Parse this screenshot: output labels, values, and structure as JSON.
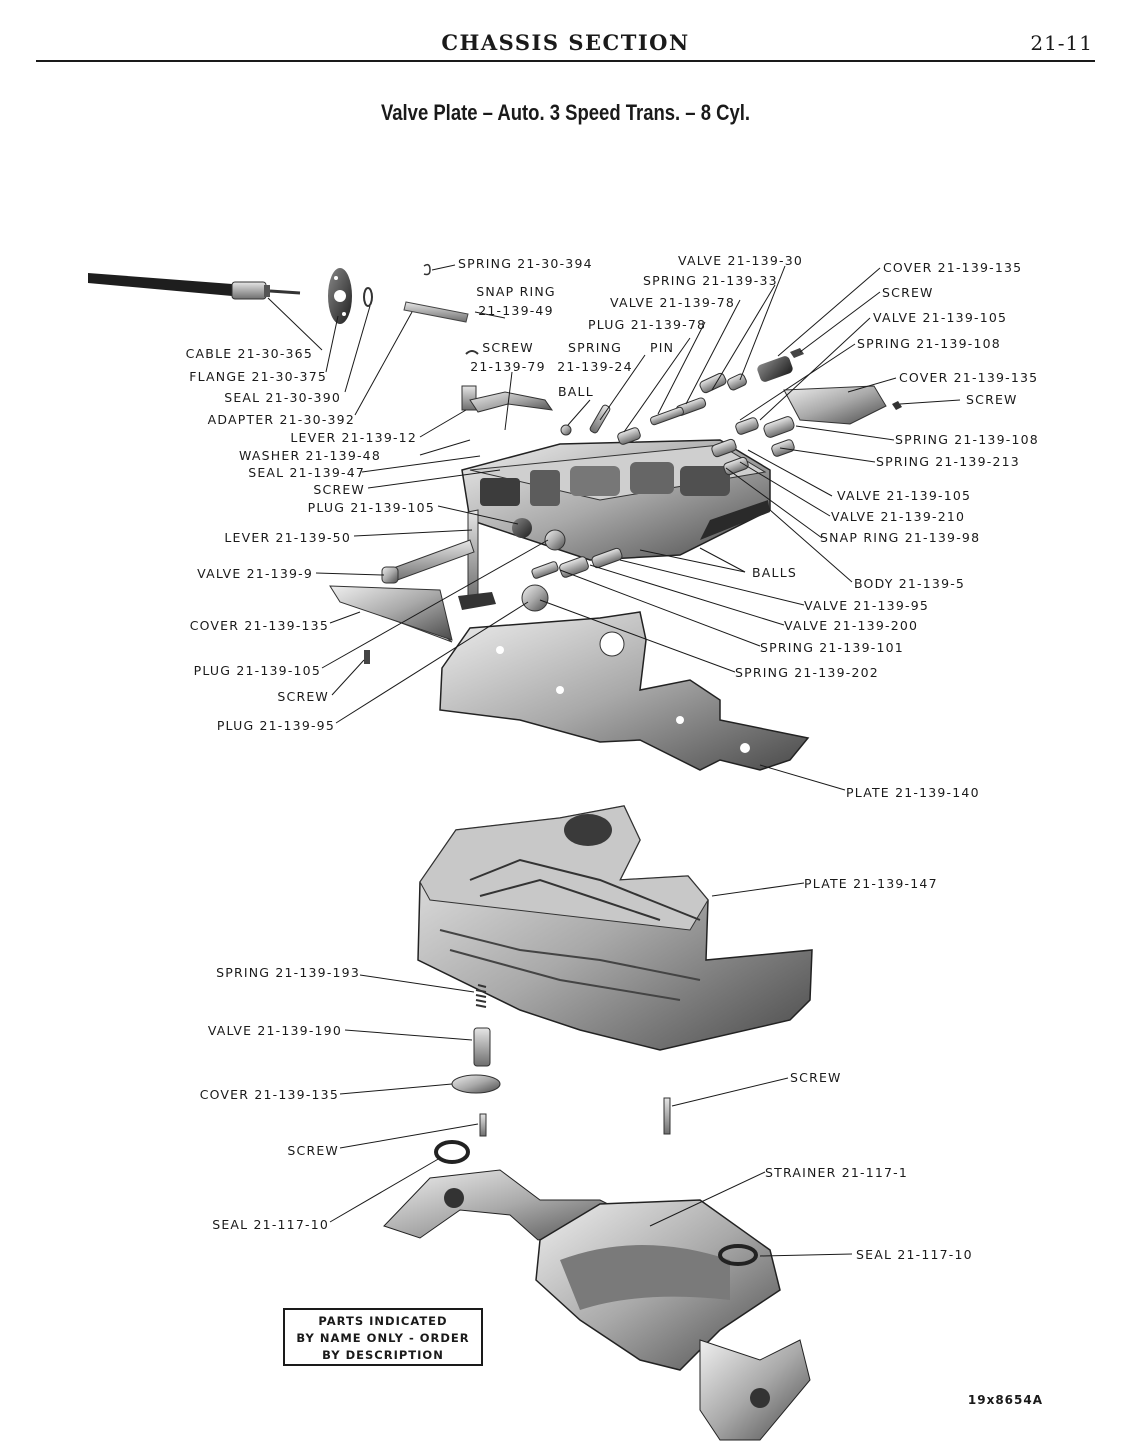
{
  "header": {
    "section_title": "CHASSIS SECTION",
    "page_number": "21-11"
  },
  "diagram_title": "Valve Plate – Auto. 3 Speed Trans. – 8 Cyl.",
  "labels": {
    "spring_21_30_394": "SPRING 21-30-394",
    "snap_ring_21_139_49": [
      "SNAP RING",
      "21-139-49"
    ],
    "cable_21_30_365": "CABLE 21-30-365",
    "flange_21_30_375": "FLANGE 21-30-375",
    "seal_21_30_390": "SEAL 21-30-390",
    "adapter_21_30_392": "ADAPTER 21-30-392",
    "screw_21_139_79": [
      "SCREW",
      "21-139-79"
    ],
    "spring_21_139_24": [
      "SPRING",
      "21-139-24"
    ],
    "pin": "PIN",
    "ball": "BALL",
    "lever_21_139_12": "LEVER 21-139-12",
    "washer_21_139_48": "WASHER 21-139-48",
    "seal_21_139_47": "SEAL 21-139-47",
    "screw_upper_left": "SCREW",
    "plug_21_139_105_upper": "PLUG 21-139-105",
    "lever_21_139_50": "LEVER 21-139-50",
    "valve_21_139_9": "VALVE 21-139-9",
    "cover_21_139_135_left": "COVER 21-139-135",
    "plug_21_139_105_lower": "PLUG 21-139-105",
    "screw_left_mid": "SCREW",
    "plug_21_139_95": "PLUG 21-139-95",
    "valve_21_139_30": "VALVE 21-139-30",
    "spring_21_139_33": "SPRING 21-139-33",
    "valve_21_139_78": "VALVE 21-139-78",
    "plug_21_139_78": "PLUG 21-139-78",
    "cover_21_139_135_top": "COVER 21-139-135",
    "screw_top_right": "SCREW",
    "valve_21_139_105_top": "VALVE 21-139-105",
    "spring_21_139_108_top": "SPRING 21-139-108",
    "cover_21_139_135_right": "COVER 21-139-135",
    "screw_right": "SCREW",
    "spring_21_139_108_right": "SPRING 21-139-108",
    "spring_21_139_213": "SPRING 21-139-213",
    "valve_21_139_105_right": "VALVE 21-139-105",
    "valve_21_139_210": "VALVE 21-139-210",
    "snap_ring_21_139_98": "SNAP RING 21-139-98",
    "balls": "BALLS",
    "body_21_139_5": "BODY 21-139-5",
    "valve_21_139_95": "VALVE 21-139-95",
    "valve_21_139_200": "VALVE 21-139-200",
    "spring_21_139_101": "SPRING 21-139-101",
    "spring_21_139_202": "SPRING 21-139-202",
    "plate_21_139_140": "PLATE 21-139-140",
    "plate_21_139_147": "PLATE 21-139-147",
    "spring_21_139_193": "SPRING 21-139-193",
    "valve_21_139_190": "VALVE 21-139-190",
    "cover_21_139_135_bottom": "COVER 21-139-135",
    "screw_bottom_left": "SCREW",
    "screw_bottom_right": "SCREW",
    "strainer_21_117_1": "STRAINER 21-117-1",
    "seal_21_117_10_left": "SEAL 21-117-10",
    "seal_21_117_10_right": "SEAL 21-117-10"
  },
  "notice": {
    "lines": [
      "PARTS INDICATED",
      "BY NAME ONLY - ORDER",
      "BY DESCRIPTION"
    ]
  },
  "figure_id": "19x8654A",
  "colors": {
    "ink": "#1a1a1a",
    "metal_light": "#d9d9d9",
    "metal_mid": "#a8a8a8",
    "metal_dark": "#555555"
  }
}
